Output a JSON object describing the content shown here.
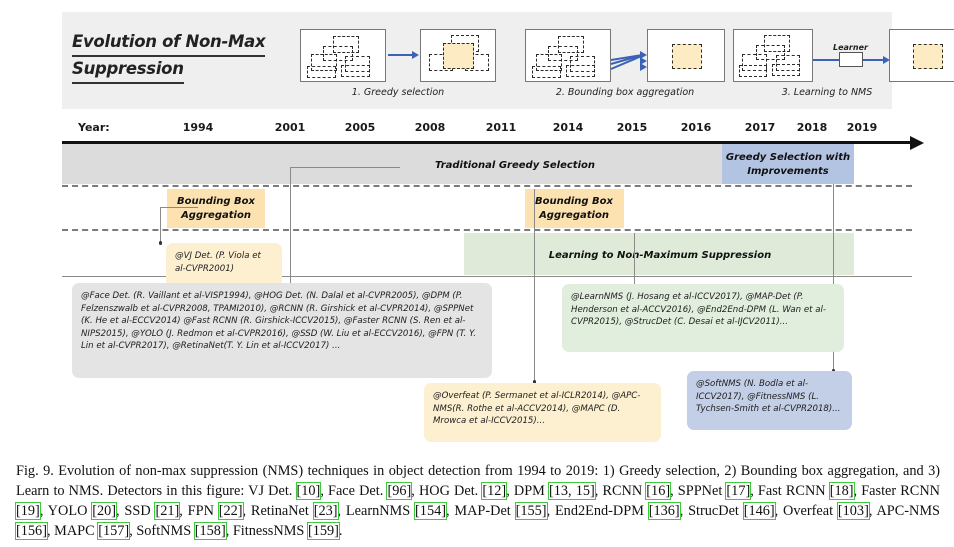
{
  "header": {
    "title_line1": "Evolution of Non-Max",
    "title_line2": "Suppression",
    "stages": [
      {
        "caption": "1. Greedy selection"
      },
      {
        "caption": "2. Bounding box aggregation"
      },
      {
        "caption": "3. Learning to NMS",
        "learner_label": "Learner"
      }
    ]
  },
  "timeline": {
    "year_label": "Year:",
    "years": [
      "1994",
      "2001",
      "2005",
      "2008",
      "2011",
      "2014",
      "2015",
      "2016",
      "2017",
      "2018",
      "2019"
    ]
  },
  "bands": {
    "traditional": "Traditional Greedy Selection",
    "greedy_improved_line1": "Greedy Selection with",
    "greedy_improved_line2": "Improvements",
    "bbox_agg_left_line1": "Bounding Box",
    "bbox_agg_left_line2": "Aggregation",
    "bbox_agg_right_line1": "Bounding Box",
    "bbox_agg_right_line2": "Aggregation",
    "learning_nms": "Learning to Non-Maximum Suppression"
  },
  "cards": {
    "vj": "@VJ Det. (P. Viola et al-CVPR2001)",
    "greedy_list": "@Face Det. (R. Vaillant et al-VISP1994), @HOG Det. (N. Dalal et al-CVPR2005), @DPM (P. Felzenszwalb et al-CVPR2008, TPAMI2010), @RCNN (R. Girshick et al-CVPR2014), @SPPNet (K. He et al-ECCV2014) @Fast RCNN (R. Girshick-ICCV2015), @Faster RCNN (S. Ren et al-NIPS2015), @YOLO (J. Redmon et al-CVPR2016), @SSD (W. Liu et al-ECCV2016), @FPN (T. Y. Lin et al-CVPR2017), @RetinaNet(T. Y. Lin et al-ICCV2017) ...",
    "overfeat": "@Overfeat (P. Sermanet et al-ICLR2014), @APC-NMS(R. Rothe et al-ACCV2014), @MAPC (D. Mrowca et al-ICCV2015)...",
    "learnnms": "@LearnNMS (J. Hosang et al-ICCV2017), @MAP-Det (P. Henderson et al-ACCV2016), @End2End-DPM (L. Wan et al-CVPR2015), @StrucDet (C. Desai et al-IJCV2011)...",
    "softnms": "@SoftNMS (N. Bodla et al-ICCV2017), @FitnessNMS (L. Tychsen-Smith et al-CVPR2018)..."
  },
  "caption": {
    "p1": "Fig. 9. Evolution of non-max suppression (NMS) techniques in object detection from 1994 to 2019: 1) Greedy selection, 2) Bounding box aggregation, and 3) Learn to NMS. Detectors in this figure: VJ Det. ",
    "r10": "[10]",
    "t2": ", Face Det. ",
    "r96": "[96]",
    "t3": ", HOG Det. ",
    "r12": "[12]",
    "t4": ", DPM ",
    "r13": "[13, 15]",
    "t5": ", RCNN ",
    "r16": "[16]",
    "t6": ", SPPNet ",
    "r17": "[17]",
    "t7": ", Fast RCNN ",
    "r18": "[18]",
    "t8": ", Faster RCNN ",
    "r19": "[19]",
    "t9": ", YOLO ",
    "r20": "[20]",
    "t10": ", SSD ",
    "r21": "[21]",
    "t11": ", FPN ",
    "r22": "[22]",
    "t12": ", RetinaNet ",
    "r23": "[23]",
    "t13": ", LearnNMS ",
    "r154": "[154]",
    "t14": ", MAP-Det ",
    "r155": "[155]",
    "t15": ", End2End-DPM ",
    "r136": "[136]",
    "t16": ", StrucDet ",
    "r146": "[146]",
    "t17": ", Overfeat ",
    "r103": "[103]",
    "t18": ", APC-NMS ",
    "r156": "[156]",
    "t19": ", MAPC ",
    "r157": "[157]",
    "t20": ", SoftNMS ",
    "r158": "[158]",
    "t21": ", FitnessNMS ",
    "r159": "[159]",
    "t22": "."
  },
  "colors": {
    "panel_gray": "#efefef",
    "card_gray": "#e4e4e4",
    "card_yellow": "#fdf0d0",
    "card_green": "#e2eedd",
    "card_blue": "#c3cfe6",
    "band_blue": "#b3c4e2",
    "band_yellow": "#fbe2b0",
    "band_green": "#dfead8",
    "arrow_blue": "#3b63b5",
    "ref_outline": "#3ec93e"
  }
}
